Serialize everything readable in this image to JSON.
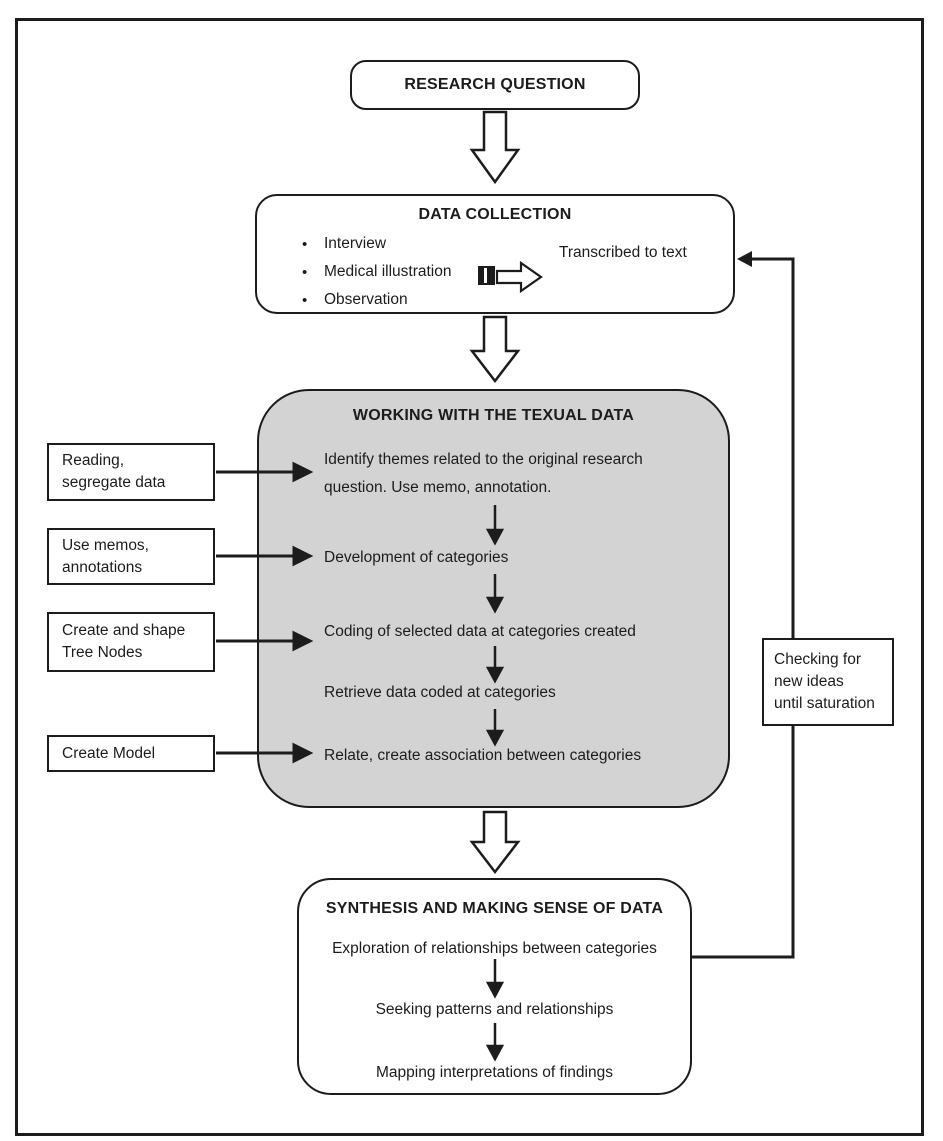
{
  "research_question": {
    "title": "RESEARCH QUESTION"
  },
  "data_collection": {
    "title": "DATA COLLECTION",
    "bullets": [
      "Interview",
      "Medical illustration",
      "Observation"
    ],
    "transcribed_label": "Transcribed to text"
  },
  "working": {
    "title": "WORKING WITH THE TEXUAL DATA",
    "steps": [
      [
        "Identify themes related to the original research",
        "question. Use memo, annotation."
      ],
      [
        "Development of categories"
      ],
      [
        "Coding of selected data at categories created"
      ],
      [
        "Retrieve data coded at categories"
      ],
      [
        "Relate, create association between categories"
      ]
    ]
  },
  "side_inputs": [
    [
      "Reading,",
      "segregate data"
    ],
    [
      "Use memos,",
      "annotations"
    ],
    [
      "Create and shape",
      "Tree Nodes"
    ],
    [
      "Create Model"
    ]
  ],
  "feedback_note": [
    "Checking for",
    "new ideas",
    "until saturation"
  ],
  "synthesis": {
    "title": "SYNTHESIS AND MAKING SENSE OF DATA",
    "steps": [
      "Exploration of relationships between categories",
      "Seeking patterns and relationships",
      "Mapping interpretations of findings"
    ]
  },
  "glyphs": {
    "bullet": "•"
  },
  "icons": {
    "recorder": "audio-recorder-icon",
    "transcribe_arrow": "block-arrow-right-icon",
    "flow_arrow": "block-arrow-down-icon"
  },
  "colors": {
    "ink": "#1c1c1c",
    "working_box_fill": "#d3d3d3",
    "background": "#ffffff"
  }
}
